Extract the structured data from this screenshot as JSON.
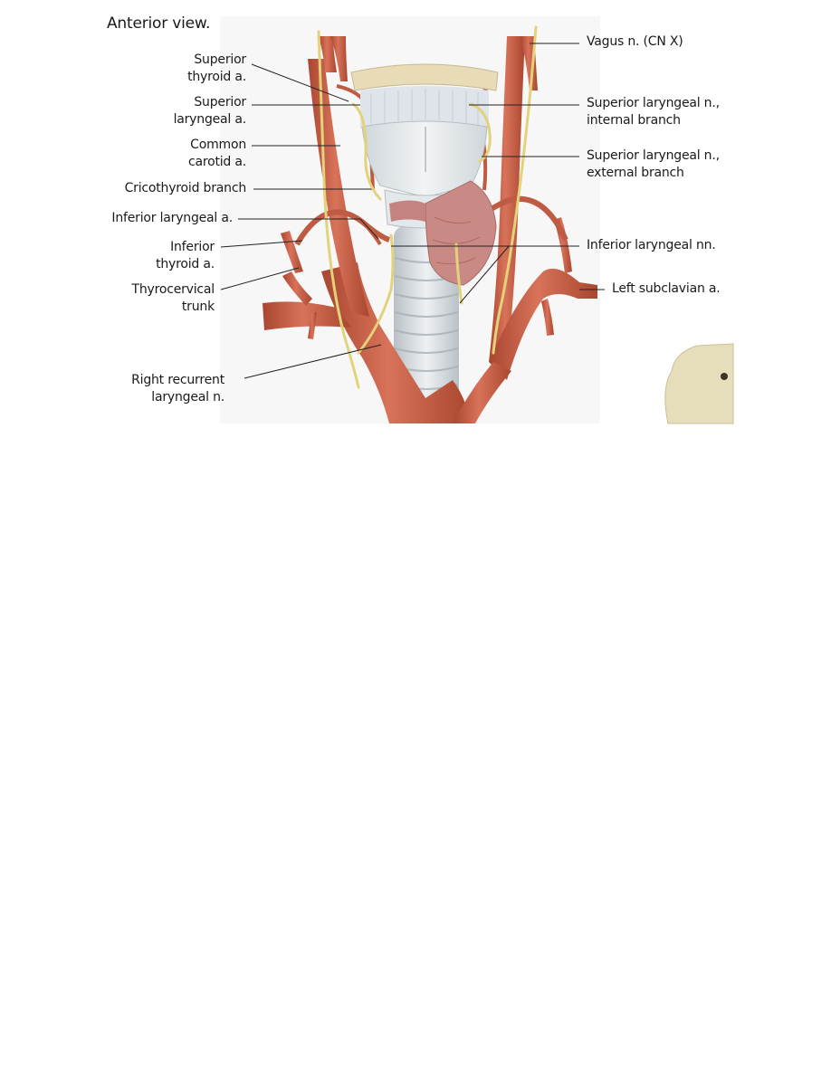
{
  "caption": "Anterior view.",
  "labels": {
    "superior_thyroid_a": [
      "Superior",
      "thyroid a."
    ],
    "superior_laryngeal_a": [
      "Superior",
      "laryngeal a."
    ],
    "common_carotid_a": [
      "Common",
      "carotid a."
    ],
    "cricothyroid_branch": [
      "Cricothyroid branch"
    ],
    "inferior_laryngeal_a": [
      "Inferior laryngeal a."
    ],
    "inferior_thyroid_a": [
      "Inferior",
      "thyroid a."
    ],
    "thyrocervical_trunk": [
      "Thyrocervical",
      "trunk"
    ],
    "right_recurrent_laryngeal_n": [
      "Right recurrent",
      "laryngeal n."
    ],
    "vagus_n": [
      "Vagus n. (CN X)"
    ],
    "superior_laryngeal_n_internal": [
      "Superior laryngeal n.,",
      "internal branch"
    ],
    "superior_laryngeal_n_external": [
      "Superior laryngeal n.,",
      "external branch"
    ],
    "inferior_laryngeal_nn": [
      "Inferior laryngeal nn."
    ],
    "left_subclavian_a": [
      "Left subclavian a."
    ]
  },
  "colors": {
    "artery": "#c8604a",
    "artery_dark": "#a3442f",
    "nerve": "#e2d27a",
    "cartilage": "#dde3e6",
    "thyroid_gland": "#c98a86",
    "bone": "#e8e0c0"
  }
}
